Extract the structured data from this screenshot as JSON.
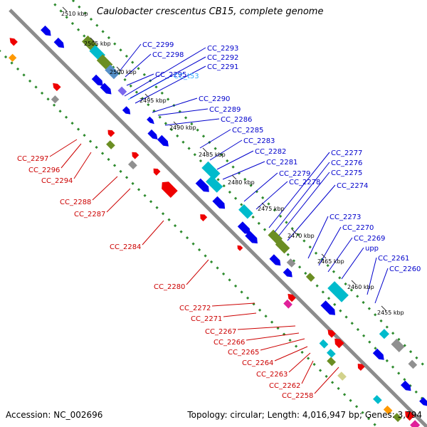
{
  "title": "Caulobacter crescentus CB15, complete genome",
  "footer": {
    "accession": "Accession: NC_002696",
    "summary": "Topology: circular; Length: 4,016,947 bp; Genes: 3,794"
  },
  "colors": {
    "backbone": "#8c8c8c",
    "dots": "#2e8b2e",
    "forward_gene": "#0000ee",
    "reverse_gene": "#ee0000",
    "rna_gene": "#00bbcc",
    "olive": "#6b8e23",
    "grey": "#909090",
    "purple": "#7b68ee",
    "magenta": "#e0209a",
    "orange": "#ff9900",
    "label_blue": "#0000cc",
    "label_red": "#cc0000",
    "label_cyan": "#33aaff"
  },
  "ticks": [
    "2510 kbp",
    "2505 kbp",
    "2500 kbp",
    "2495 kbp",
    "2490 kbp",
    "2485 kbp",
    "2480 kbp",
    "2475 kbp",
    "2470 kbp",
    "2465 kbp",
    "2460 kbp",
    "2455 kbp"
  ],
  "forward_labels": [
    "CC_2299",
    "CC_2298",
    "CC_2295",
    "CC_t53",
    "CC_2293",
    "CC_2292",
    "CC_2291",
    "CC_2290",
    "CC_2289",
    "CC_2286",
    "CC_2285",
    "CC_2283",
    "CC_2282",
    "CC_2281",
    "CC_2279",
    "CC_2278",
    "CC_2277",
    "CC_2276",
    "CC_2275",
    "CC_2274",
    "CC_2273",
    "CC_2270",
    "CC_2269",
    "upp",
    "CC_2261",
    "CC_2260"
  ],
  "reverse_labels": [
    "CC_2297",
    "CC_2296",
    "CC_2294",
    "CC_2288",
    "CC_2287",
    "CC_2284",
    "CC_2280",
    "CC_2272",
    "CC_2271",
    "CC_2267",
    "CC_2266",
    "CC_2265",
    "CC_2264",
    "CC_2263",
    "CC_2262",
    "CC_2258"
  ]
}
